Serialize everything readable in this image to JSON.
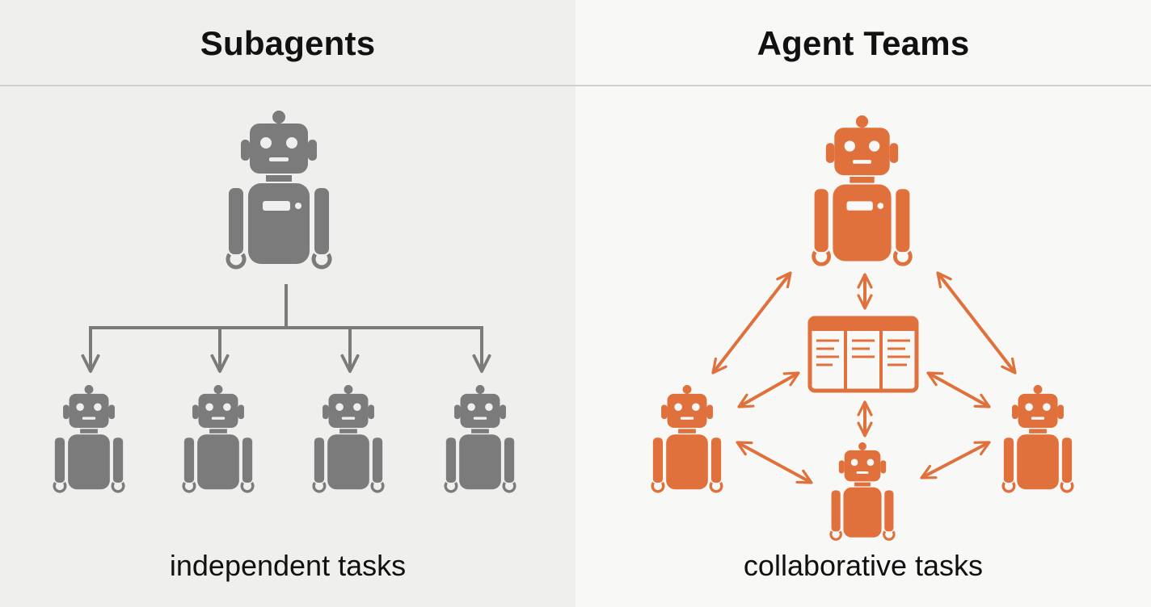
{
  "colors": {
    "gray": "#7b7b7b",
    "orange": "#e0713d",
    "left_bg": "#efefed",
    "right_bg": "#f8f8f7"
  },
  "left": {
    "title": "Subagents",
    "caption": "independent tasks"
  },
  "right": {
    "title": "Agent Teams",
    "caption": "collaborative tasks"
  },
  "icons": {
    "robot": "robot-icon",
    "board": "task-board-icon"
  }
}
